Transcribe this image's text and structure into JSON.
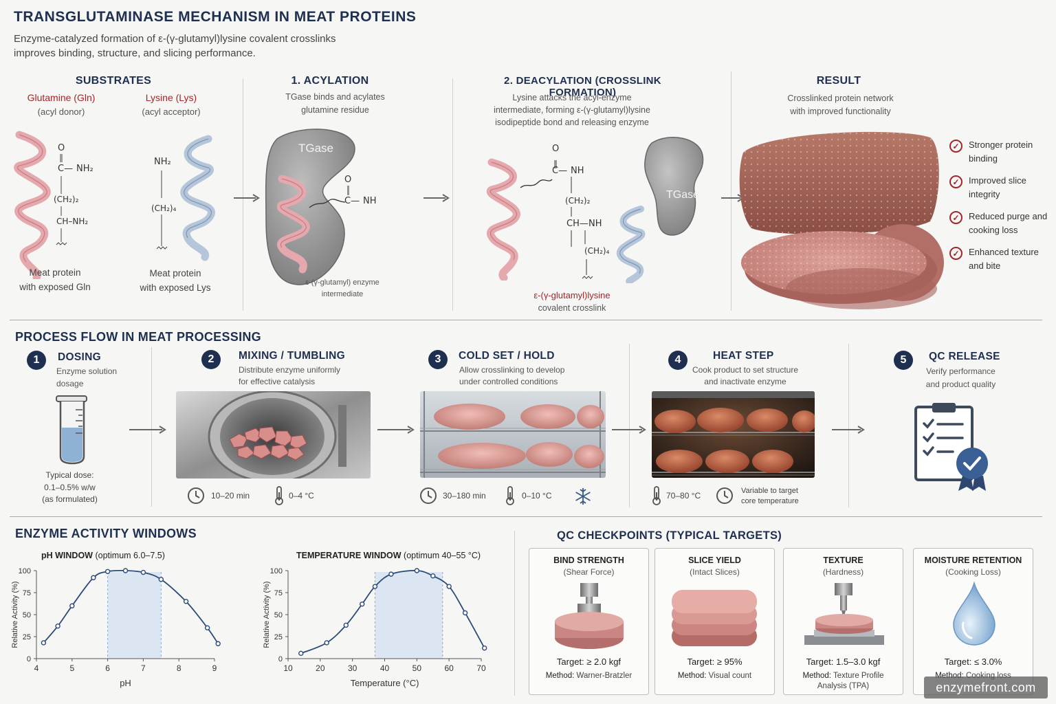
{
  "header": {
    "title": "TRANSGLUTAMINASE MECHANISM IN MEAT PROTEINS",
    "subtitle_line1": "Enzyme-catalyzed formation of ε-(γ-glutamyl)lysine covalent crosslinks",
    "subtitle_line2": "improves binding, structure, and slicing performance."
  },
  "mechanism": {
    "substrates": {
      "title": "SUBSTRATES",
      "gln_name": "Glutamine (Gln)",
      "gln_role": "(acyl donor)",
      "lys_name": "Lysine (Lys)",
      "lys_role": "(acyl acceptor)",
      "gln_caption_1": "Meat protein",
      "gln_caption_2": "with exposed Gln",
      "lys_caption_1": "Meat protein",
      "lys_caption_2": "with exposed Lys",
      "gln_chem": {
        "o": "O",
        "c_nh2": "C—",
        "nh2": "NH₂",
        "ch2": "(CH₂)₂",
        "ch_nh2": "CH–NH₂"
      },
      "lys_chem": {
        "nh2": "NH₂",
        "ch2": "(CH₂)₄"
      }
    },
    "acylation": {
      "title": "1. ACYLATION",
      "desc_1": "TGase binds and acylates",
      "desc_2": "glutamine residue",
      "enzyme_label": "TGase",
      "chem_o": "O",
      "chem_c": "C—",
      "chem_nh": "NH",
      "caption_1": "ε-(γ-glutamyl) enzyme",
      "caption_2": "intermediate"
    },
    "deacylation": {
      "title": "2. DEACYLATION (CROSSLINK FORMATION)",
      "desc_1": "Lysine attacks the acyl-enzyme",
      "desc_2": "intermediate, forming ε-(γ-glutamyl)lysine",
      "desc_3": "isodipeptide bond and releasing enzyme",
      "enzyme_label": "TGase",
      "chem_o": "O",
      "chem_c": "C—",
      "chem_nh": "NH",
      "chem_ch2a": "(CH₂)₂",
      "chem_ch": "CH—",
      "chem_nh2": "NH",
      "chem_ch2b": "(CH₂)₄",
      "caption_1": "ε-(γ-glutamyl)lysine",
      "caption_2": "covalent crosslink"
    },
    "result": {
      "title": "RESULT",
      "desc_1": "Crosslinked protein network",
      "desc_2": "with improved functionality",
      "benefits": [
        "Stronger protein binding",
        "Improved slice integrity",
        "Reduced purge and cooking loss",
        "Enhanced texture and bite"
      ]
    }
  },
  "process": {
    "title": "PROCESS FLOW IN MEAT PROCESSING",
    "steps": [
      {
        "num": "1",
        "title": "DOSING",
        "desc_1": "Enzyme solution",
        "desc_2": "dosage",
        "note_1": "Typical dose:",
        "note_2": "0.1–0.5% w/w",
        "note_3": "(as formulated)"
      },
      {
        "num": "2",
        "title": "MIXING / TUMBLING",
        "desc_1": "Distribute enzyme uniformly",
        "desc_2": "for effective catalysis",
        "time": "10–20 min",
        "temp": "0–4 °C"
      },
      {
        "num": "3",
        "title": "COLD SET / HOLD",
        "desc_1": "Allow crosslinking to develop",
        "desc_2": "under controlled conditions",
        "time": "30–180 min",
        "temp": "0–10 °C"
      },
      {
        "num": "4",
        "title": "HEAT STEP",
        "desc_1": "Cook product to set structure",
        "desc_2": "and inactivate enzyme",
        "temp": "70–80 °C",
        "note_1": "Variable to target",
        "note_2": "core temperature"
      },
      {
        "num": "5",
        "title": "QC RELEASE",
        "desc_1": "Verify performance",
        "desc_2": "and product quality"
      }
    ]
  },
  "activity": {
    "title": "ENZYME ACTIVITY WINDOWS",
    "ph_title": "pH WINDOW",
    "ph_optimum": "(optimum 6.0–7.5)",
    "temp_title": "TEMPERATURE WINDOW",
    "temp_optimum": "(optimum 40–55 °C)"
  },
  "chart_data": [
    {
      "type": "line",
      "title": "pH WINDOW (optimum 6.0–7.5)",
      "xlabel": "pH",
      "ylabel": "Relative Activity (%)",
      "xlim": [
        4,
        9
      ],
      "ylim": [
        0,
        100
      ],
      "x_ticks": [
        "4",
        "5",
        "6",
        "7",
        "8",
        "9"
      ],
      "y_ticks": [
        "0",
        "25",
        "50",
        "75",
        "100"
      ],
      "x": [
        4.2,
        4.6,
        5.0,
        5.6,
        6.0,
        6.5,
        7.0,
        7.5,
        8.2,
        8.8,
        9.1
      ],
      "values": [
        18,
        37,
        60,
        92,
        99,
        100,
        98,
        90,
        65,
        35,
        17
      ],
      "optimum_band": [
        6.0,
        7.5
      ]
    },
    {
      "type": "line",
      "title": "TEMPERATURE WINDOW (optimum 40–55 °C)",
      "xlabel": "Temperature (°C)",
      "ylabel": "Relative Activity (%)",
      "xlim": [
        10,
        70
      ],
      "ylim": [
        0,
        100
      ],
      "x_ticks": [
        "10",
        "20",
        "30",
        "40",
        "50",
        "60",
        "70"
      ],
      "y_ticks": [
        "0",
        "25",
        "50",
        "75",
        "100"
      ],
      "x": [
        14,
        22,
        28,
        33,
        37,
        42,
        50,
        55,
        60,
        65,
        71
      ],
      "values": [
        6,
        18,
        38,
        62,
        82,
        96,
        100,
        94,
        82,
        52,
        12
      ],
      "optimum_band": [
        37,
        58
      ]
    }
  ],
  "qc": {
    "title": "QC CHECKPOINTS (TYPICAL TARGETS)",
    "cards": [
      {
        "title": "BIND STRENGTH",
        "sub": "(Shear Force)",
        "target": "Target: ≥ 2.0 kgf",
        "method_label": "Method:",
        "method": "Warner-Bratzler"
      },
      {
        "title": "SLICE YIELD",
        "sub": "(Intact Slices)",
        "target": "Target: ≥ 95%",
        "method_label": "Method:",
        "method": "Visual count"
      },
      {
        "title": "TEXTURE",
        "sub": "(Hardness)",
        "target": "Target: 1.5–3.0 kgf",
        "method_label": "Method:",
        "method": "Texture Profile Analysis (TPA)"
      },
      {
        "title": "MOISTURE RETENTION",
        "sub": "(Cooking Loss)",
        "target": "Target: ≤ 3.0%",
        "method_label": "Method:",
        "method": "Cooking loss"
      }
    ]
  },
  "watermark": "enzymefront.com",
  "colors": {
    "navy": "#1f2f4f",
    "accent_red": "#a5242a",
    "band_blue": "#dce6f2",
    "curve": "#2b4a78"
  }
}
